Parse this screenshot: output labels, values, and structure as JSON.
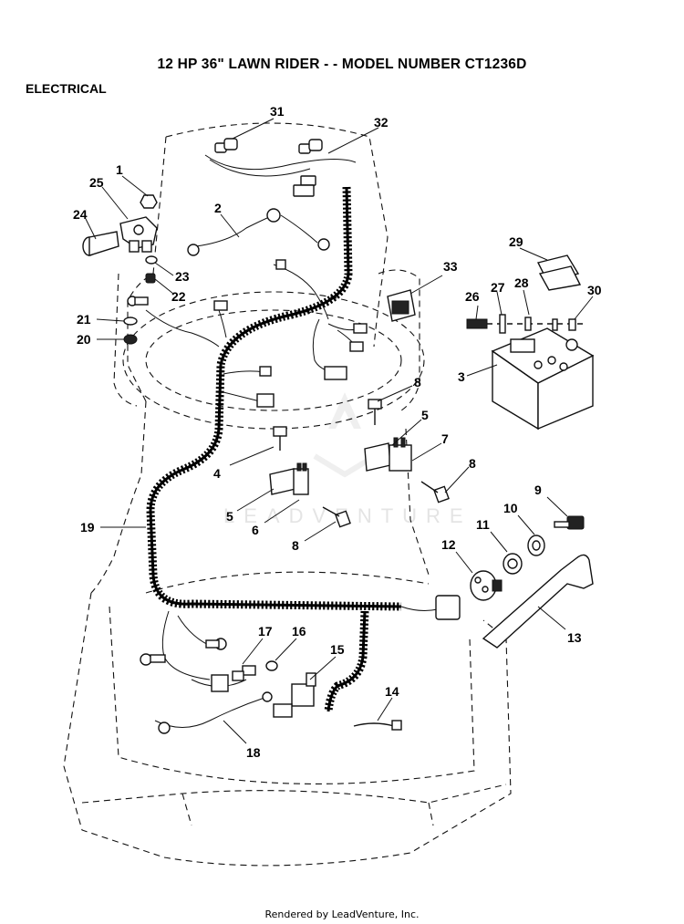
{
  "header": {
    "title": "12 HP 36\" LAWN RIDER - - MODEL NUMBER CT1236D",
    "subtitle": "ELECTRICAL"
  },
  "watermark": "LEADVENTURE",
  "footer": "Rendered by LeadVenture, Inc.",
  "callouts": [
    "1",
    "2",
    "3",
    "4",
    "5",
    "5",
    "6",
    "7",
    "8",
    "8",
    "8",
    "9",
    "10",
    "11",
    "12",
    "13",
    "14",
    "15",
    "16",
    "17",
    "18",
    "19",
    "20",
    "21",
    "22",
    "23",
    "24",
    "25",
    "26",
    "27",
    "28",
    "29",
    "30",
    "31",
    "32",
    "33"
  ]
}
